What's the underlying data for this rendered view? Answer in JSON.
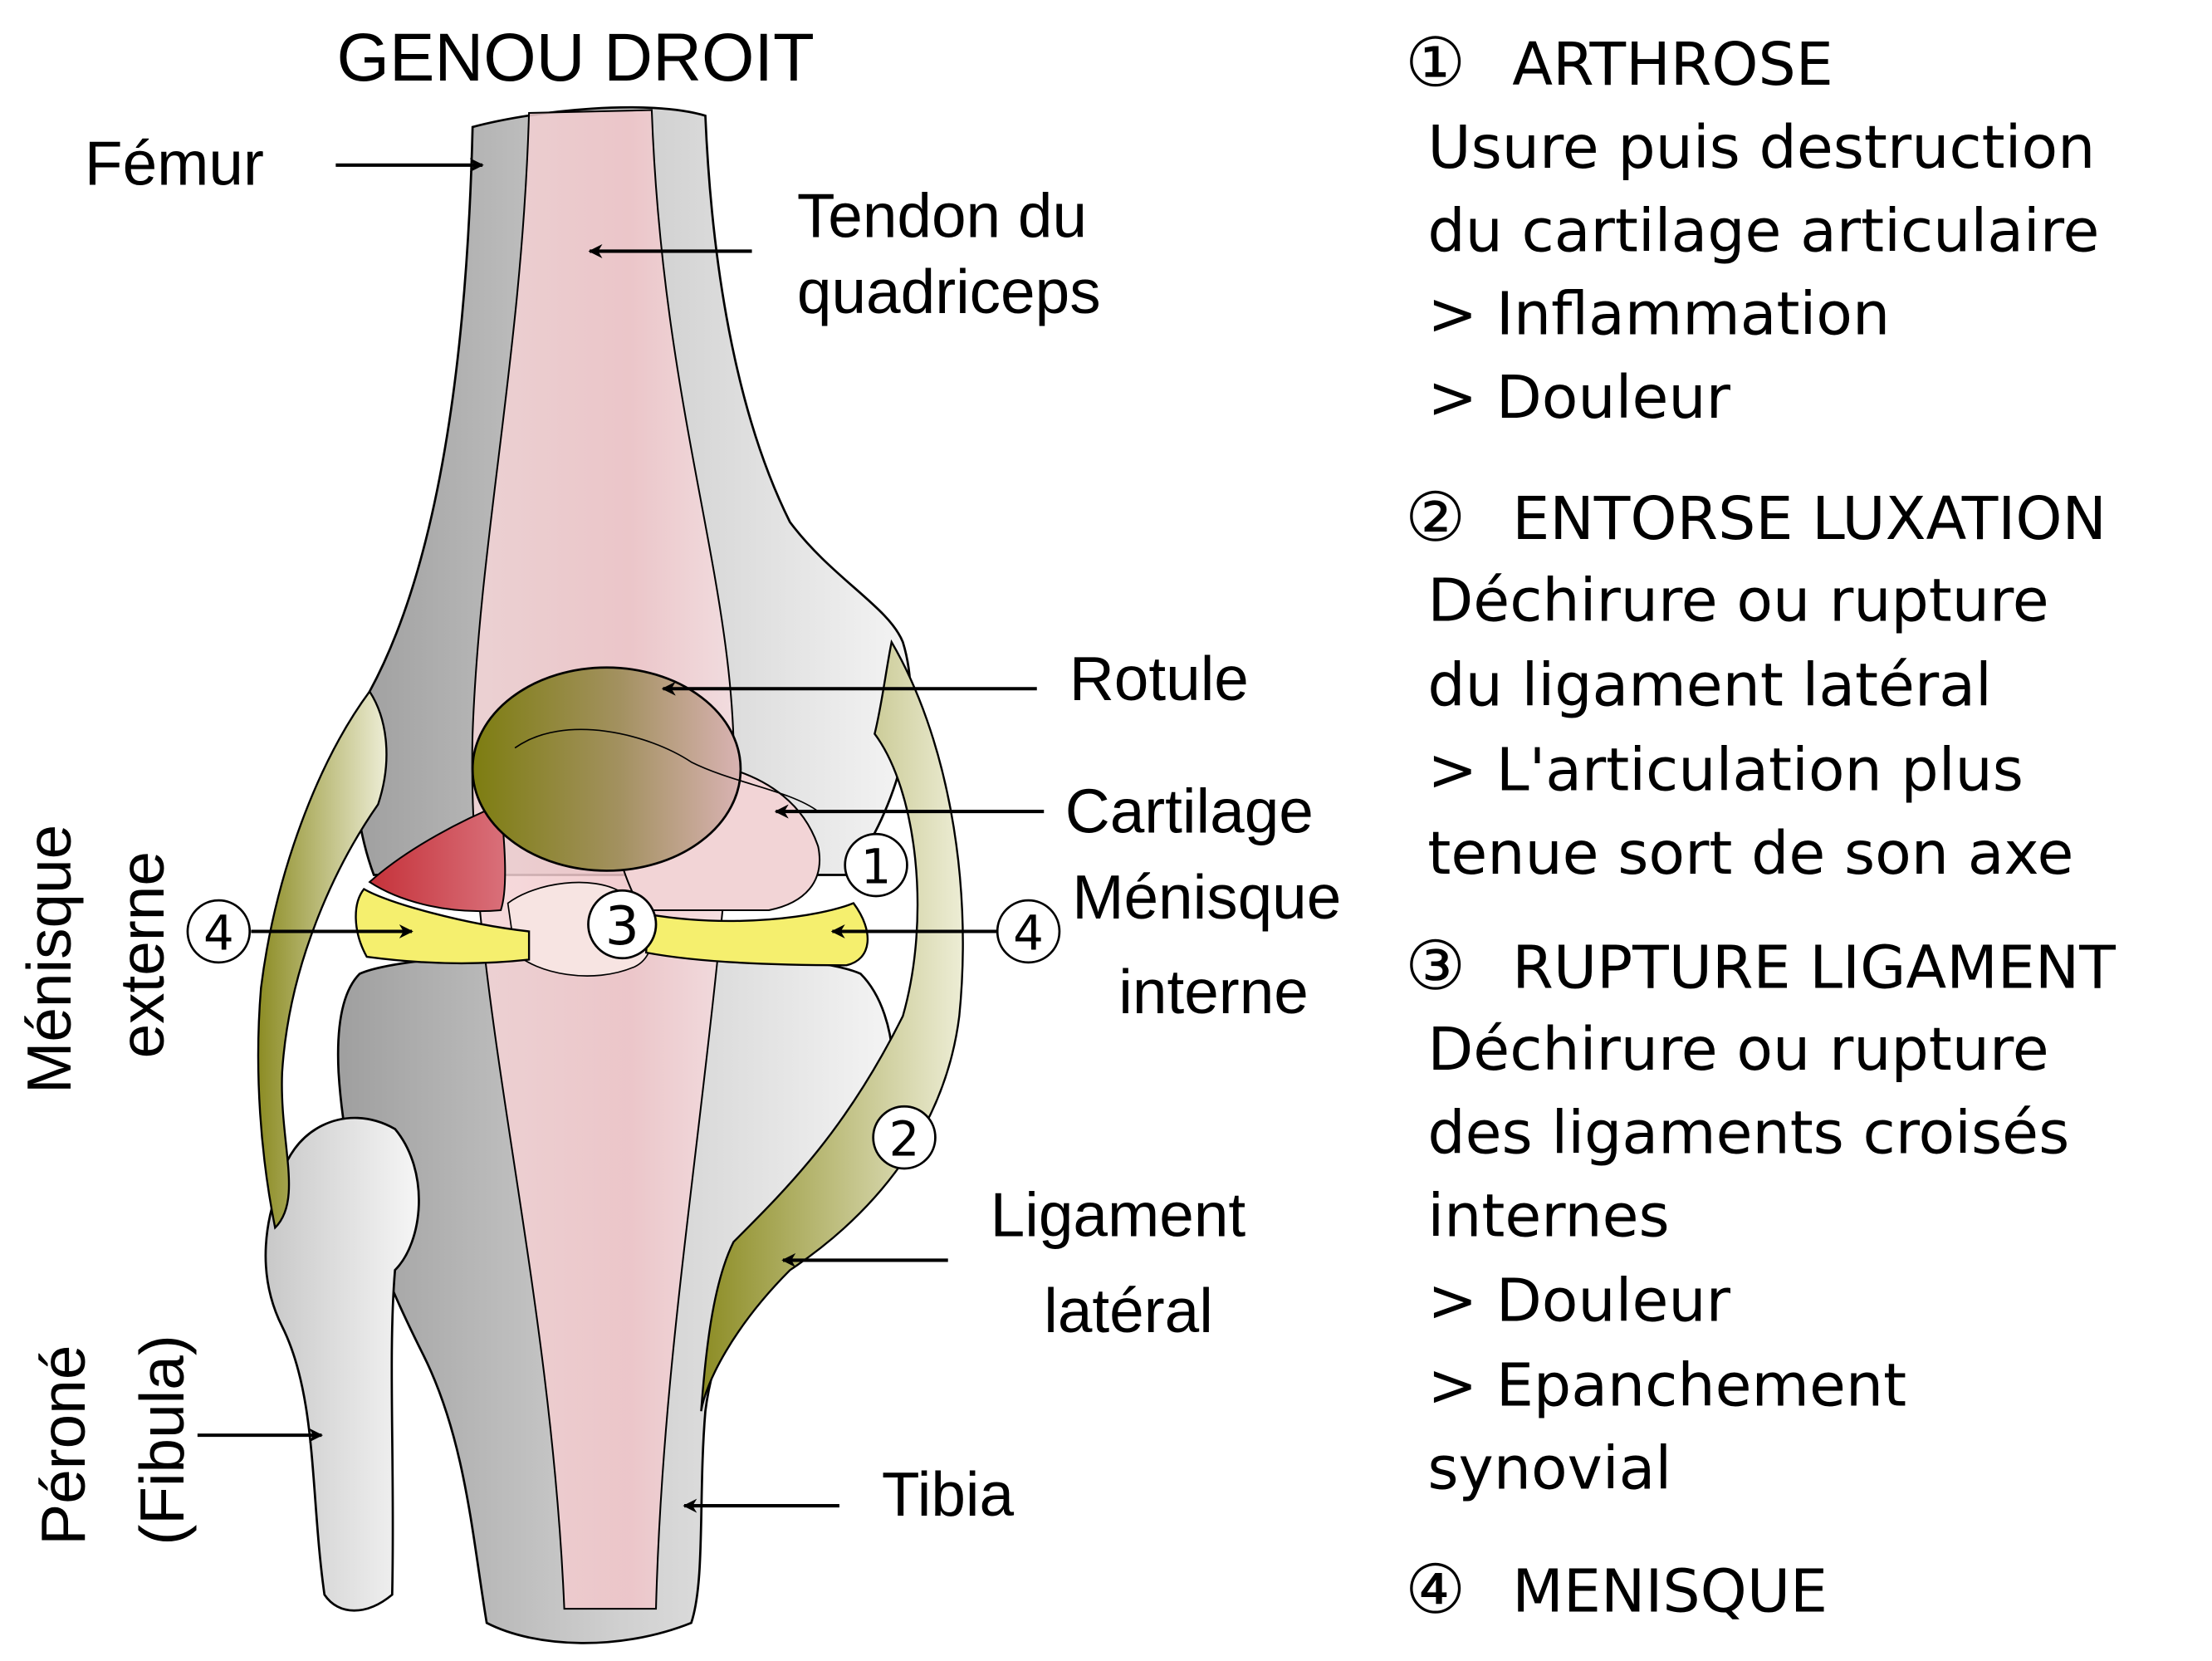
{
  "title": "GENOU DROIT",
  "labels": {
    "femur": "Fémur",
    "tendon_line1": "Tendon du",
    "tendon_line2": "quadriceps",
    "rotule": "Rotule",
    "cartilage": "Cartilage",
    "menisque_interne_line1": "Ménisque",
    "menisque_interne_line2": "interne",
    "menisque_externe_line1": "Ménisque",
    "menisque_externe_line2": "externe",
    "ligament_line1": "Ligament",
    "ligament_line2": "latéral",
    "tibia": "Tibia",
    "perone_line1": "Péroné",
    "perone_line2": "(Fibula)"
  },
  "markers": {
    "m1": "1",
    "m2": "2",
    "m3": "3",
    "m4_left": "4",
    "m4_right": "4"
  },
  "legend": [
    {
      "number": "①",
      "heading": "ARTHROSE",
      "lines": [
        "Usure puis destruction",
        "du cartilage articulaire",
        "> Inflammation",
        "> Douleur"
      ]
    },
    {
      "number": "②",
      "heading": "ENTORSE LUXATION",
      "lines": [
        "Déchirure ou rupture",
        "du ligament latéral",
        "> L'articulation plus",
        "tenue sort de son axe"
      ]
    },
    {
      "number": "③",
      "heading": "RUPTURE LIGAMENT",
      "lines": [
        "Déchirure ou rupture",
        "des ligaments croisés",
        "internes",
        "> Douleur",
        "> Epanchement",
        "synovial"
      ]
    },
    {
      "number": "④",
      "heading": "MENISQUE",
      "lines": []
    }
  ],
  "colors": {
    "bone": "#cfcfcf",
    "tendon": "#f2c9cc",
    "rotule": "#8a8a1c",
    "cartilage_red": "#c9333b",
    "meniscus": "#f4f07a",
    "ligament": "#9a9a3a"
  }
}
